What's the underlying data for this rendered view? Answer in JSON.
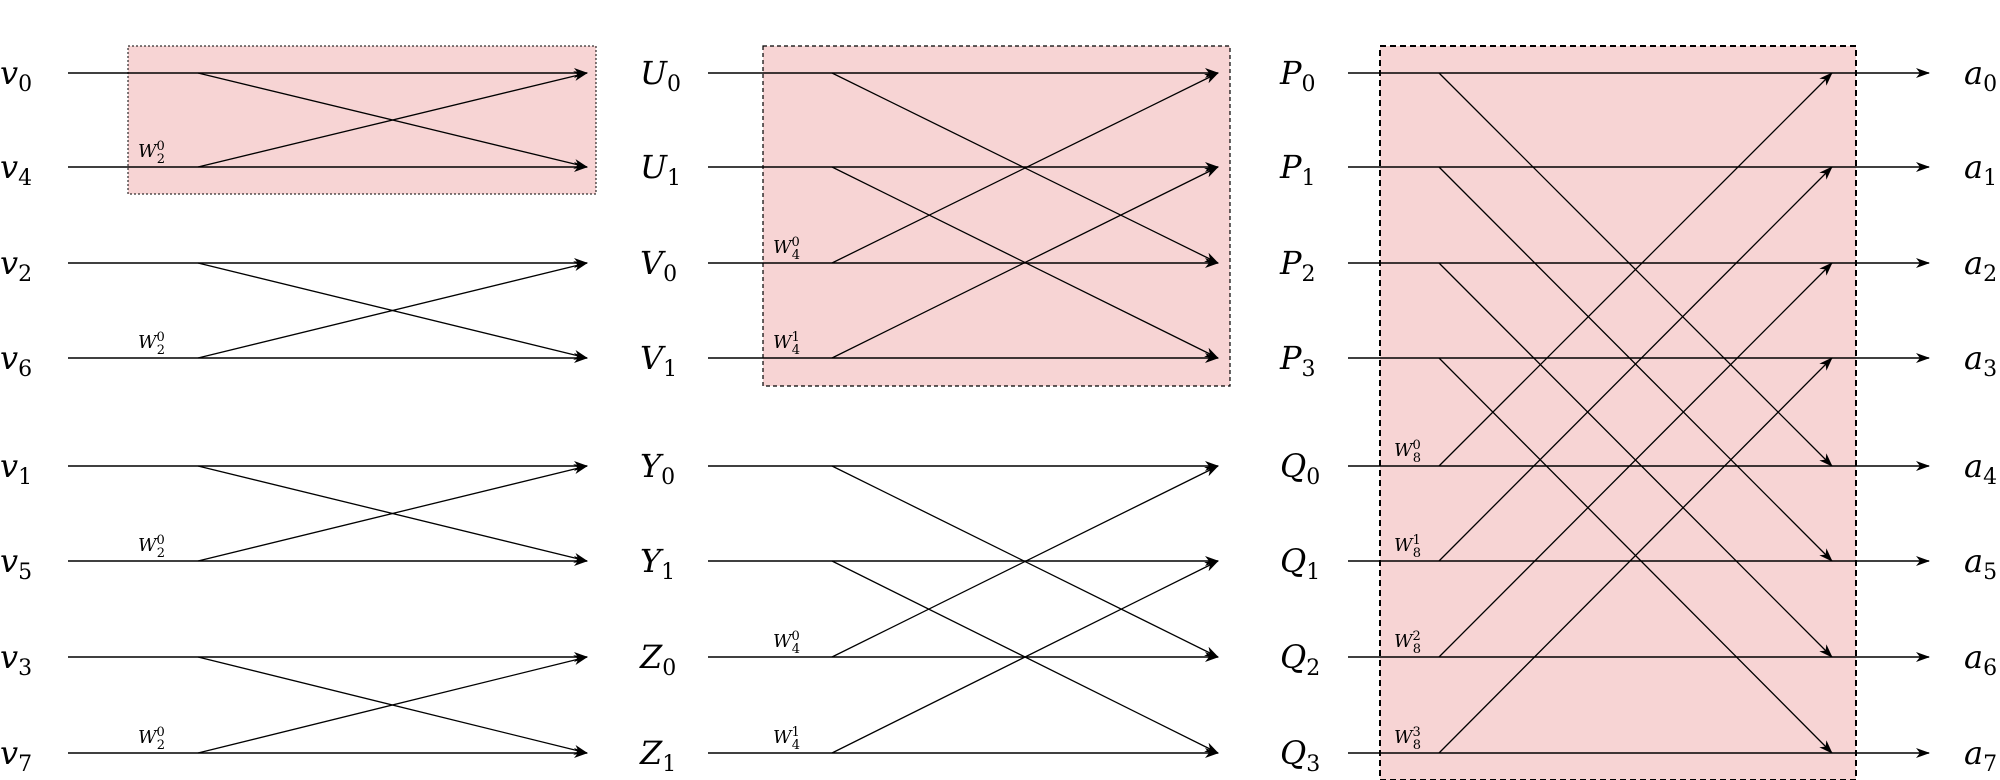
{
  "title": "8-point radix-2 FFT butterfly diagram",
  "colors": {
    "box_fill": "#f7d4d4",
    "stroke": "#000000"
  },
  "inputs": [
    {
      "base": "v",
      "sub": "0"
    },
    {
      "base": "v",
      "sub": "4"
    },
    {
      "base": "v",
      "sub": "2"
    },
    {
      "base": "v",
      "sub": "6"
    },
    {
      "base": "v",
      "sub": "1"
    },
    {
      "base": "v",
      "sub": "5"
    },
    {
      "base": "v",
      "sub": "3"
    },
    {
      "base": "v",
      "sub": "7"
    }
  ],
  "stage1_outputs": [
    {
      "base": "U",
      "sub": "0"
    },
    {
      "base": "U",
      "sub": "1"
    },
    {
      "base": "V",
      "sub": "0"
    },
    {
      "base": "V",
      "sub": "1"
    },
    {
      "base": "Y",
      "sub": "0"
    },
    {
      "base": "Y",
      "sub": "1"
    },
    {
      "base": "Z",
      "sub": "0"
    },
    {
      "base": "Z",
      "sub": "1"
    }
  ],
  "stage2_outputs": [
    {
      "base": "P",
      "sub": "0"
    },
    {
      "base": "P",
      "sub": "1"
    },
    {
      "base": "P",
      "sub": "2"
    },
    {
      "base": "P",
      "sub": "3"
    },
    {
      "base": "Q",
      "sub": "0"
    },
    {
      "base": "Q",
      "sub": "1"
    },
    {
      "base": "Q",
      "sub": "2"
    },
    {
      "base": "Q",
      "sub": "3"
    }
  ],
  "outputs": [
    {
      "base": "a",
      "sub": "0"
    },
    {
      "base": "a",
      "sub": "1"
    },
    {
      "base": "a",
      "sub": "2"
    },
    {
      "base": "a",
      "sub": "3"
    },
    {
      "base": "a",
      "sub": "4"
    },
    {
      "base": "a",
      "sub": "5"
    },
    {
      "base": "a",
      "sub": "6"
    },
    {
      "base": "a",
      "sub": "7"
    }
  ],
  "twiddles": {
    "stage1": [
      {
        "row": 1,
        "n": "2",
        "k": "0"
      },
      {
        "row": 3,
        "n": "2",
        "k": "0"
      },
      {
        "row": 5,
        "n": "2",
        "k": "0"
      },
      {
        "row": 7,
        "n": "2",
        "k": "0"
      }
    ],
    "stage2": [
      {
        "row": 2,
        "n": "4",
        "k": "0"
      },
      {
        "row": 3,
        "n": "4",
        "k": "1"
      },
      {
        "row": 6,
        "n": "4",
        "k": "0"
      },
      {
        "row": 7,
        "n": "4",
        "k": "1"
      }
    ],
    "stage3": [
      {
        "row": 4,
        "n": "8",
        "k": "0"
      },
      {
        "row": 5,
        "n": "8",
        "k": "1"
      },
      {
        "row": 6,
        "n": "8",
        "k": "2"
      },
      {
        "row": 7,
        "n": "8",
        "k": "3"
      }
    ]
  }
}
